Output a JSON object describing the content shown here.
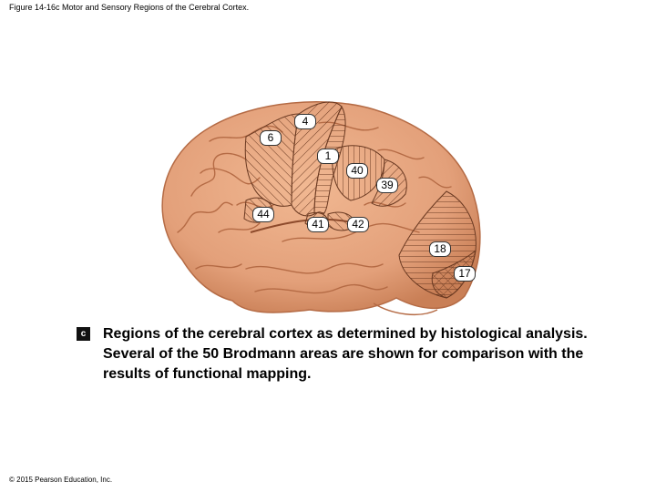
{
  "figure": {
    "title": "Figure 14-16c Motor and Sensory Regions of the Cerebral Cortex.",
    "panel_letter": "c",
    "caption": "Regions of the cerebral cortex as determined by histological analysis. Several of the 50 Brodmann areas are shown for comparison with the results of functional mapping.",
    "copyright": "© 2015 Pearson Education, Inc."
  },
  "areas": [
    {
      "id": "4",
      "label": "4"
    },
    {
      "id": "6",
      "label": "6"
    },
    {
      "id": "1",
      "label": "1"
    },
    {
      "id": "40",
      "label": "40"
    },
    {
      "id": "39",
      "label": "39"
    },
    {
      "id": "44",
      "label": "44"
    },
    {
      "id": "41",
      "label": "41"
    },
    {
      "id": "42",
      "label": "42"
    },
    {
      "id": "18",
      "label": "18"
    },
    {
      "id": "17",
      "label": "17"
    }
  ],
  "colors": {
    "brain_fill": "#e8a57c",
    "brain_shadow": "#c97f56",
    "gyri_line": "#b56b45",
    "hatch": "#6b3a22"
  }
}
